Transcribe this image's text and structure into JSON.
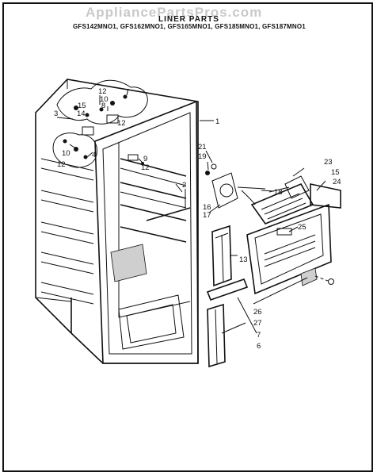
{
  "watermark": "AppliancePartsPros.com",
  "header": {
    "title": "LINER PARTS",
    "models": "GFS142MNO1, GFS162MNO1, GFS165MNO1, GFS185MNO1, GFS187MNO1"
  },
  "callouts": [
    {
      "id": "c1",
      "label": "1"
    },
    {
      "id": "c2",
      "label": "2"
    },
    {
      "id": "c3",
      "label": "3"
    },
    {
      "id": "c4",
      "label": "4"
    },
    {
      "id": "c6",
      "label": "6"
    },
    {
      "id": "c7",
      "label": "7"
    },
    {
      "id": "c8",
      "label": "8"
    },
    {
      "id": "c9",
      "label": "9"
    },
    {
      "id": "c10a",
      "label": "10"
    },
    {
      "id": "c10b",
      "label": "10"
    },
    {
      "id": "c12a",
      "label": "12"
    },
    {
      "id": "c12b",
      "label": "12"
    },
    {
      "id": "c12c",
      "label": "12"
    },
    {
      "id": "c12d",
      "label": "12"
    },
    {
      "id": "c13",
      "label": "13"
    },
    {
      "id": "c14",
      "label": "14"
    },
    {
      "id": "c15a",
      "label": "15"
    },
    {
      "id": "c15b",
      "label": "15"
    },
    {
      "id": "c16",
      "label": "16"
    },
    {
      "id": "c17",
      "label": "17"
    },
    {
      "id": "c18",
      "label": "18"
    },
    {
      "id": "c19",
      "label": "19"
    },
    {
      "id": "c21",
      "label": "21"
    },
    {
      "id": "c23",
      "label": "23"
    },
    {
      "id": "c24",
      "label": "24"
    },
    {
      "id": "c25",
      "label": "25"
    },
    {
      "id": "c26",
      "label": "26"
    },
    {
      "id": "c27",
      "label": "27"
    }
  ]
}
